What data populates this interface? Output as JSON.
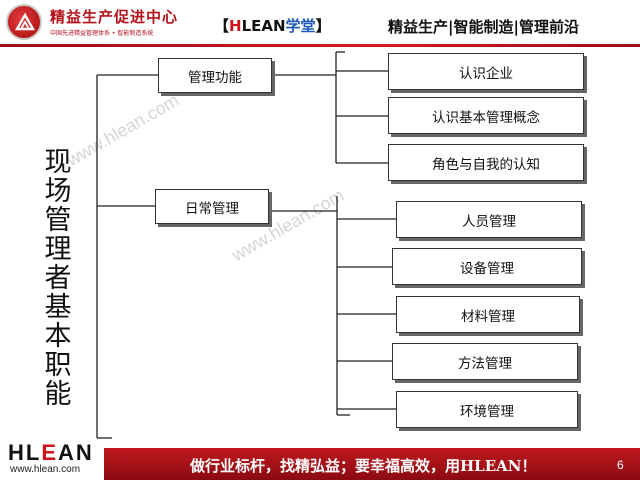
{
  "header": {
    "brand_title": "精益生产促进中心",
    "brand_sub": "中国先进精益管理体系 • 智能制造系统",
    "tag_open": "【",
    "tag_h": "H",
    "tag_lean": "LEAN",
    "tag_school": "学堂",
    "tag_close": "】",
    "slogan": "精益生产|智能制造|管理前沿"
  },
  "watermark": "www.hlean.com",
  "diagram": {
    "title": "现场管理者基本职能",
    "categories": [
      {
        "label": "管理功能",
        "items": [
          "认识企业",
          "认识基本管理概念",
          "角色与自我的认知"
        ]
      },
      {
        "label": "日常管理",
        "items": [
          "人员管理",
          "设备管理",
          "材料管理",
          "方法管理",
          "环境管理"
        ]
      }
    ]
  },
  "footer": {
    "logo_h": "HL",
    "logo_e": "E",
    "logo_an": "AN",
    "url": "www.hlean.com",
    "motto": "做行业标杆，找精弘益；要幸福高效，用HLEAN！",
    "page_number": "6"
  },
  "colors": {
    "brand_red": "#b3121a",
    "accent_blue": "#1c57b5",
    "footer_bar": "#c01820"
  }
}
